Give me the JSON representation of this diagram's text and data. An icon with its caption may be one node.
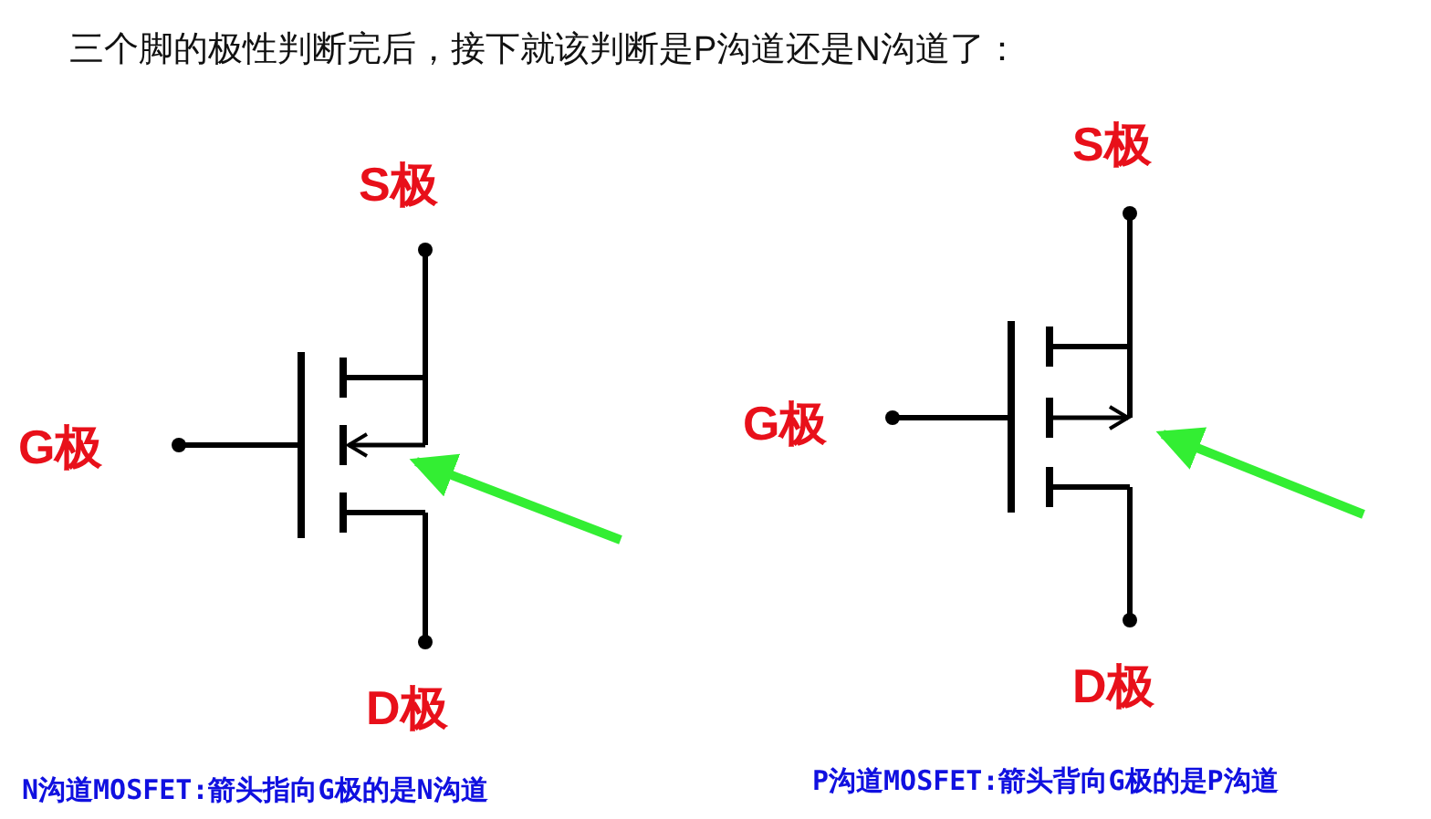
{
  "diagram": {
    "title": "三个脚的极性判断完后，接下就该判断是P沟道还是N沟道了：",
    "nodes": [
      {
        "text": [],
        "shape": "arrow"
      },
      {
        "text": [],
        "shape": "arrow"
      }
    ],
    "edges": [
      {
        "from": null,
        "to": 0,
        "arrow": "to"
      },
      {
        "from": null,
        "to": 1,
        "arrow": "to"
      }
    ],
    "labels": [
      "S极",
      "G极",
      "D极",
      "N沟道MOSFET:箭头指向G极的是N沟道",
      "S极",
      "G极",
      "D极",
      "P沟道MOSFET:箭头背向G极的是P沟道"
    ]
  }
}
